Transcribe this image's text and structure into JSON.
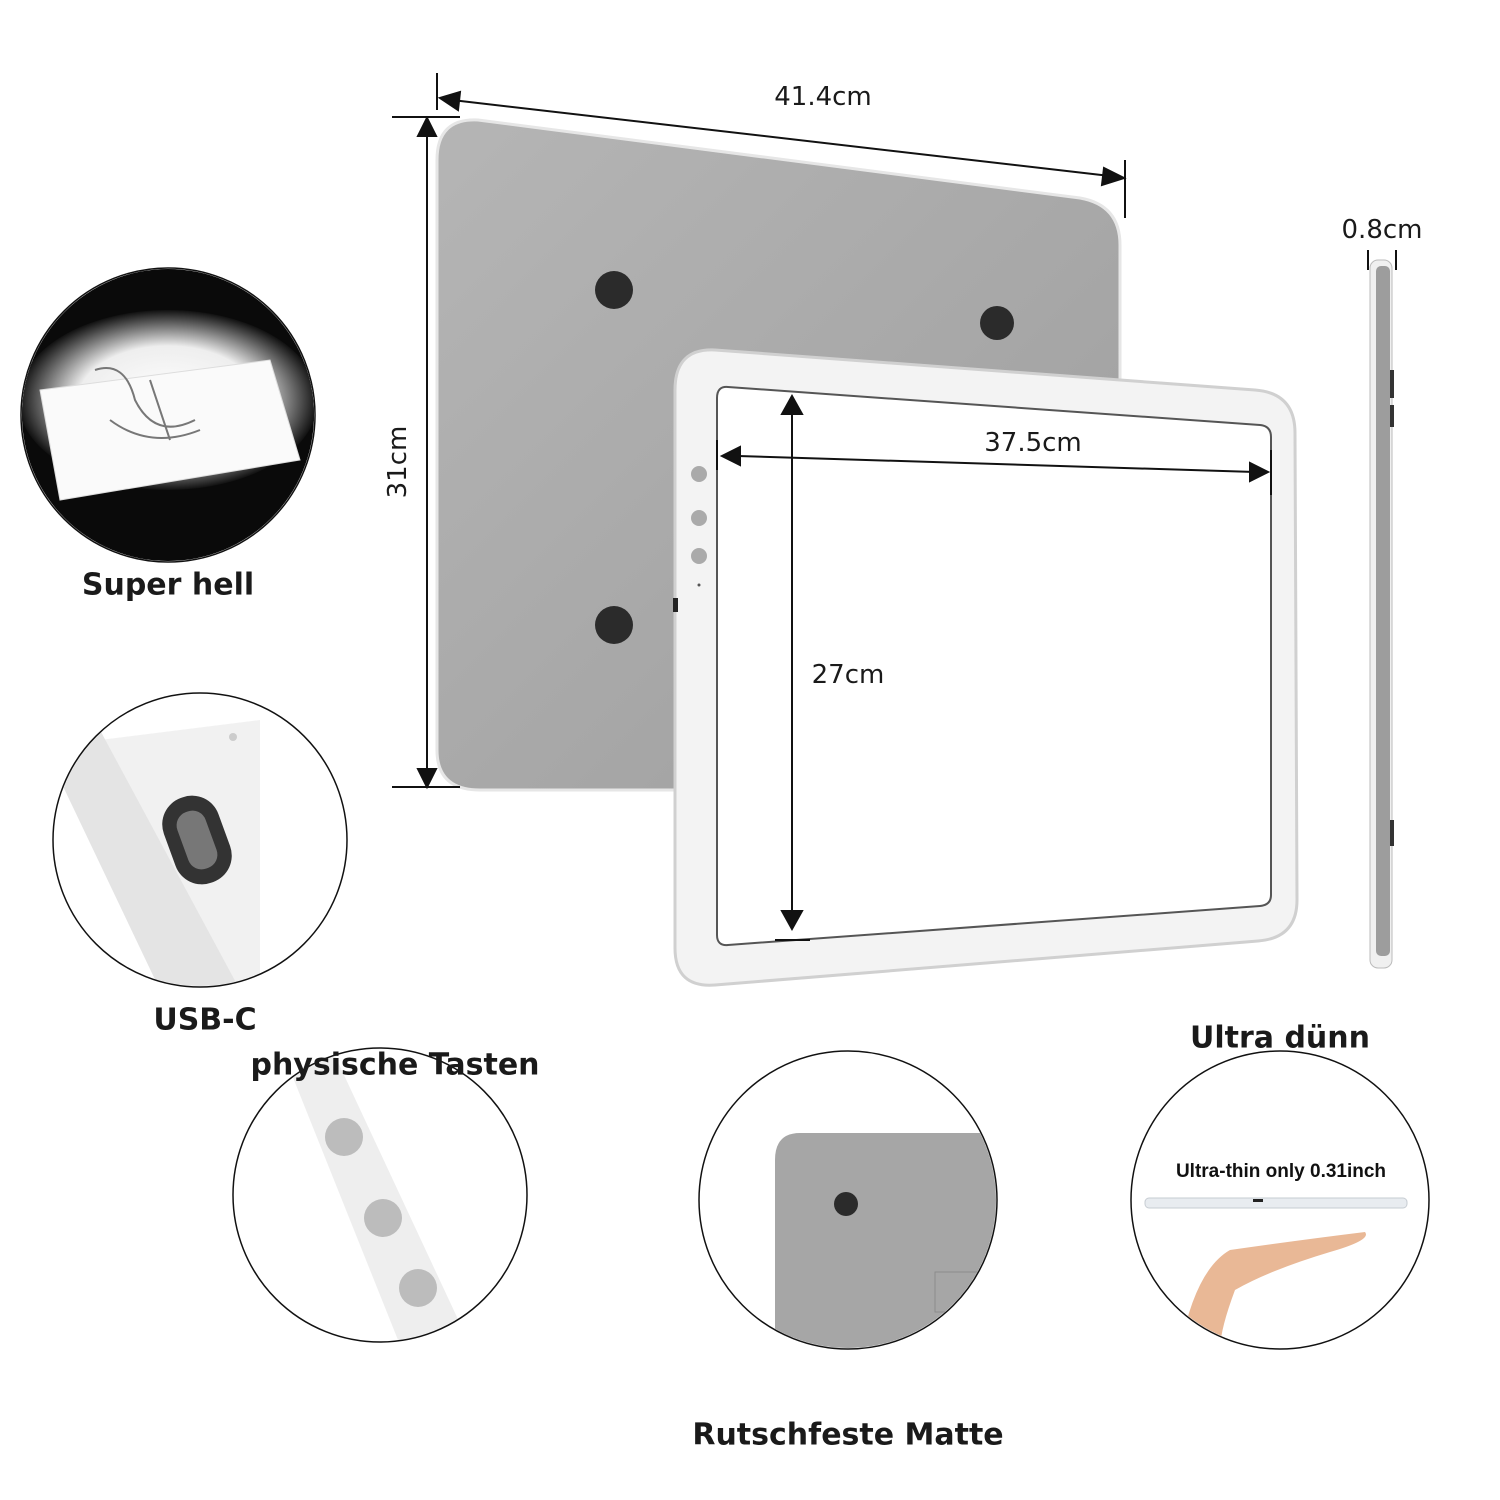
{
  "dimensions": {
    "width": "41.4cm",
    "height": "31cm",
    "thickness": "0.8cm",
    "active_width": "37.5cm",
    "active_height": "27cm"
  },
  "features": [
    {
      "label": "Super hell"
    },
    {
      "label": "USB-C"
    },
    {
      "label": "physische Tasten"
    },
    {
      "label": "Rutschfeste Matte"
    },
    {
      "label": "Ultra dünn",
      "inset_text": "Ultra-thin only 0.31inch"
    }
  ],
  "colors": {
    "panel_back": "#a9a9a9",
    "frame": "#f3f3f3",
    "feet": "#2b2b2b",
    "button": "#a8a8a8"
  }
}
